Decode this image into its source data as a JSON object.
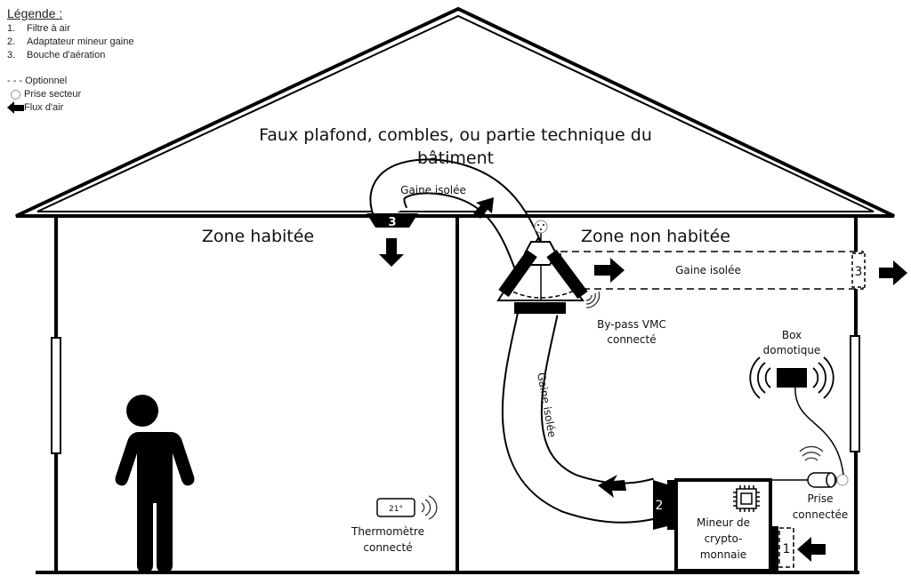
{
  "legend": {
    "title": "Légende :",
    "items": [
      {
        "num": "1.",
        "label": "Filtre à air"
      },
      {
        "num": "2.",
        "label": "Adaptateur mineur gaine"
      },
      {
        "num": "3.",
        "label": "Bouche d'aération"
      }
    ],
    "optional_label": "- - - Optionnel",
    "outlet_label": "Prise secteur",
    "airflow_label": "Flux d'air"
  },
  "attic": {
    "line1": "Faux plafond, combles, ou partie technique du",
    "line2": "bâtiment"
  },
  "zones": {
    "living": "Zone habitée",
    "non_living": "Zone non habitée"
  },
  "ducts": {
    "top": "Gaine isolée",
    "horizontal": "Gaine isolée",
    "vertical": "Gaine isolée"
  },
  "markers": {
    "vent_top": "3",
    "vent_right": "3",
    "adapter": "2",
    "filter": "1"
  },
  "devices": {
    "bypass": {
      "line1": "By-pass VMC",
      "line2": "connecté"
    },
    "box": {
      "line1": "Box",
      "line2": "domotique"
    },
    "thermometer": {
      "reading": "21°",
      "line1": "Thermomètre",
      "line2": "connecté"
    },
    "miner": {
      "line1": "Mineur de",
      "line2": "crypto-",
      "line3": "monnaie"
    },
    "plug": {
      "line1": "Prise",
      "line2": "connectée"
    }
  }
}
